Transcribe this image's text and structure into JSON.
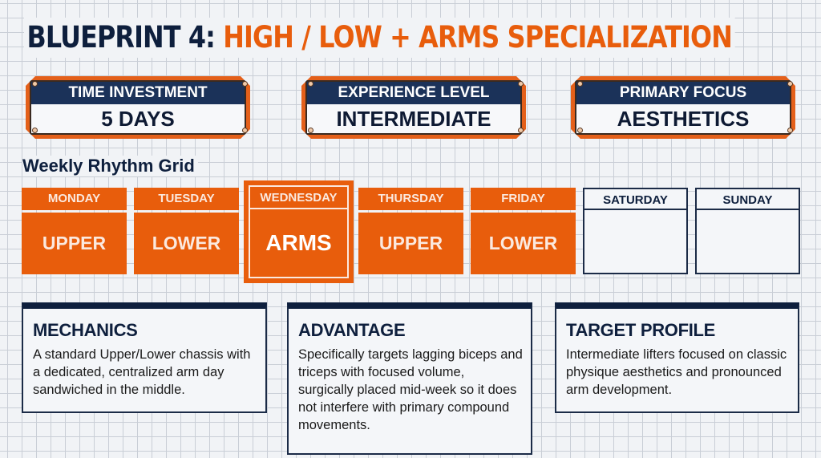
{
  "header": {
    "title_prefix": "BLUEPRINT 4:",
    "title_main": "HIGH / LOW + ARMS SPECIALIZATION"
  },
  "stats": [
    {
      "label": "TIME INVESTMENT",
      "value": "5 DAYS"
    },
    {
      "label": "EXPERIENCE LEVEL",
      "value": "INTERMEDIATE"
    },
    {
      "label": "PRIMARY FOCUS",
      "value": "AESTHETICS"
    }
  ],
  "weekly_grid": {
    "title": "Weekly Rhythm Grid",
    "days": [
      {
        "day": "MONDAY",
        "session": "UPPER",
        "state": "filled"
      },
      {
        "day": "TUESDAY",
        "session": "LOWER",
        "state": "filled"
      },
      {
        "day": "WEDNESDAY",
        "session": "ARMS",
        "state": "highlighted"
      },
      {
        "day": "THURSDAY",
        "session": "UPPER",
        "state": "filled"
      },
      {
        "day": "FRIDAY",
        "session": "LOWER",
        "state": "filled"
      },
      {
        "day": "SATURDAY",
        "session": "",
        "state": "empty"
      },
      {
        "day": "SUNDAY",
        "session": "",
        "state": "empty"
      }
    ]
  },
  "cards": [
    {
      "title": "MECHANICS",
      "body": "A standard Upper/Lower chassis with a dedicated, centralized arm day sandwiched in the middle."
    },
    {
      "title": "ADVANTAGE",
      "body": "Specifically targets lagging biceps and triceps with focused volume, surgically placed mid-week so it does not interfere with primary compound movements."
    },
    {
      "title": "TARGET PROFILE",
      "body": "Intermediate lifters focused on classic physique aesthetics and pronounced arm development."
    }
  ],
  "colors": {
    "navy": "#0e1f3d",
    "orange": "#e85d0c",
    "background": "#f1f3f6",
    "grid_line": "#c9ced6"
  }
}
